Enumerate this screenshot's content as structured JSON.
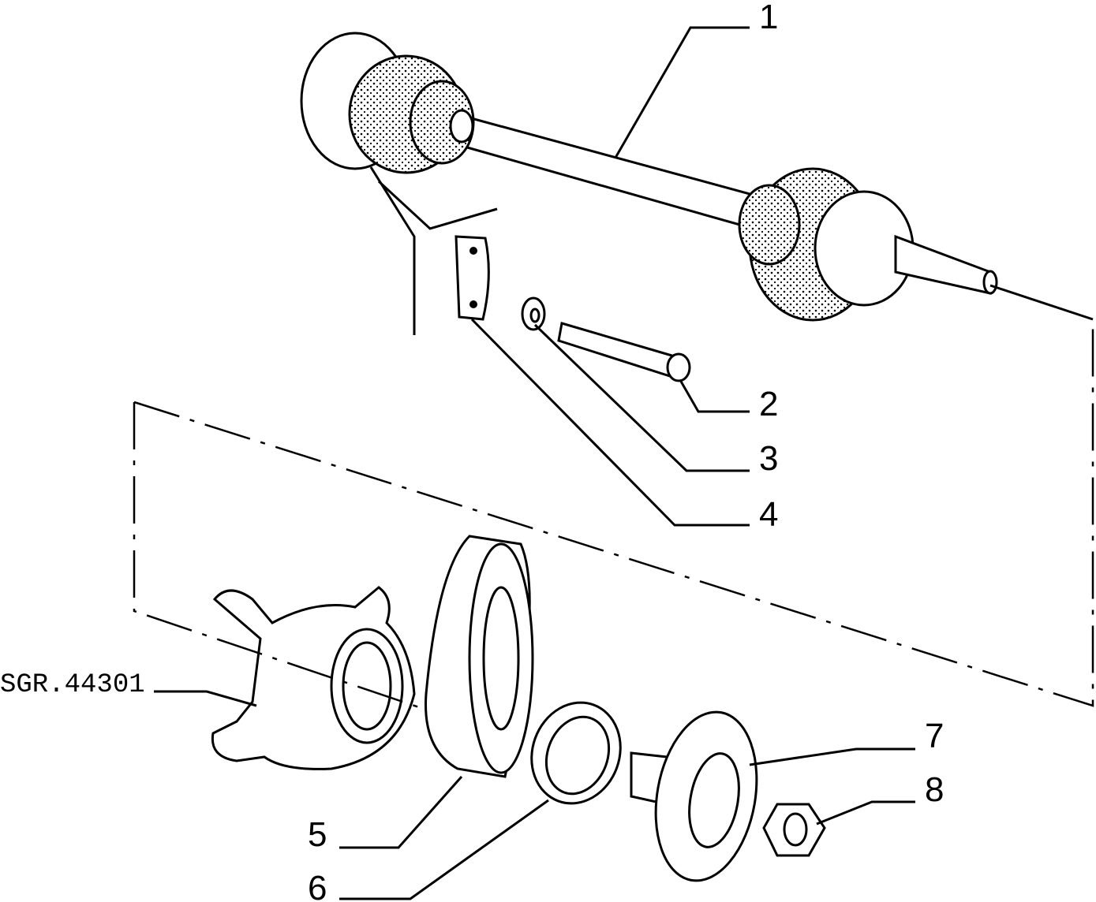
{
  "callouts": [
    "1",
    "2",
    "3",
    "4",
    "5",
    "6",
    "7",
    "8"
  ],
  "reference": "SGR.44301"
}
